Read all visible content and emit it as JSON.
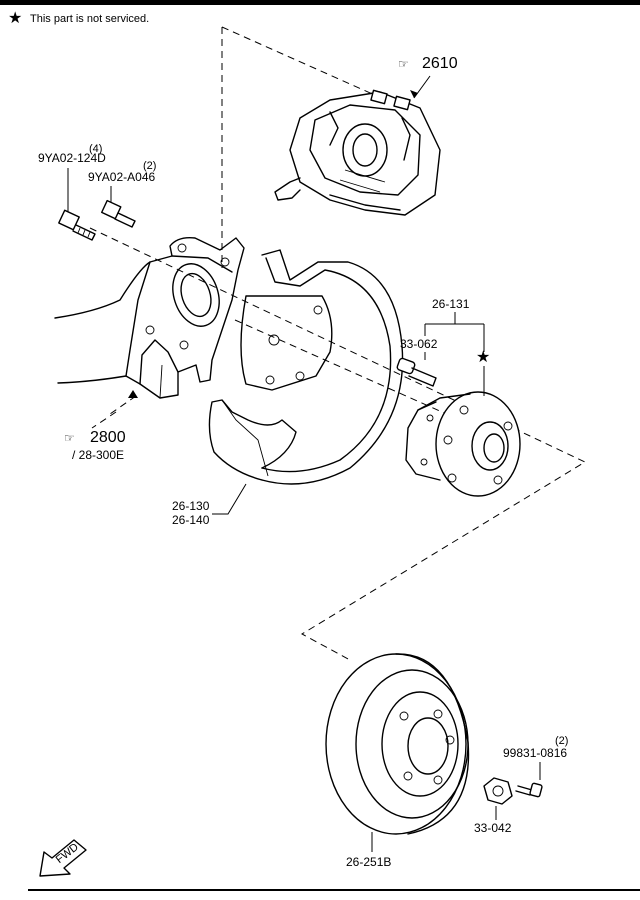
{
  "notice": {
    "star": "★",
    "text": "This part is not serviced."
  },
  "refs": {
    "caliper": "2610",
    "knuckle": "2800",
    "knuckle_sub": "/ 28-300E"
  },
  "labels": {
    "bolt_a_qty": "(4)",
    "bolt_a": "9YA02-124D",
    "bolt_b_qty": "(2)",
    "bolt_b": "9YA02-A046",
    "hub_assy": "26-131",
    "hub_bolt": "33-062",
    "hub_star": "★",
    "shield_1": "26-130",
    "shield_2": "26-140",
    "screw_qty": "(2)",
    "screw": "99831-0816",
    "nut": "33-042",
    "disc": "26-251B"
  },
  "fwd": "FWD"
}
